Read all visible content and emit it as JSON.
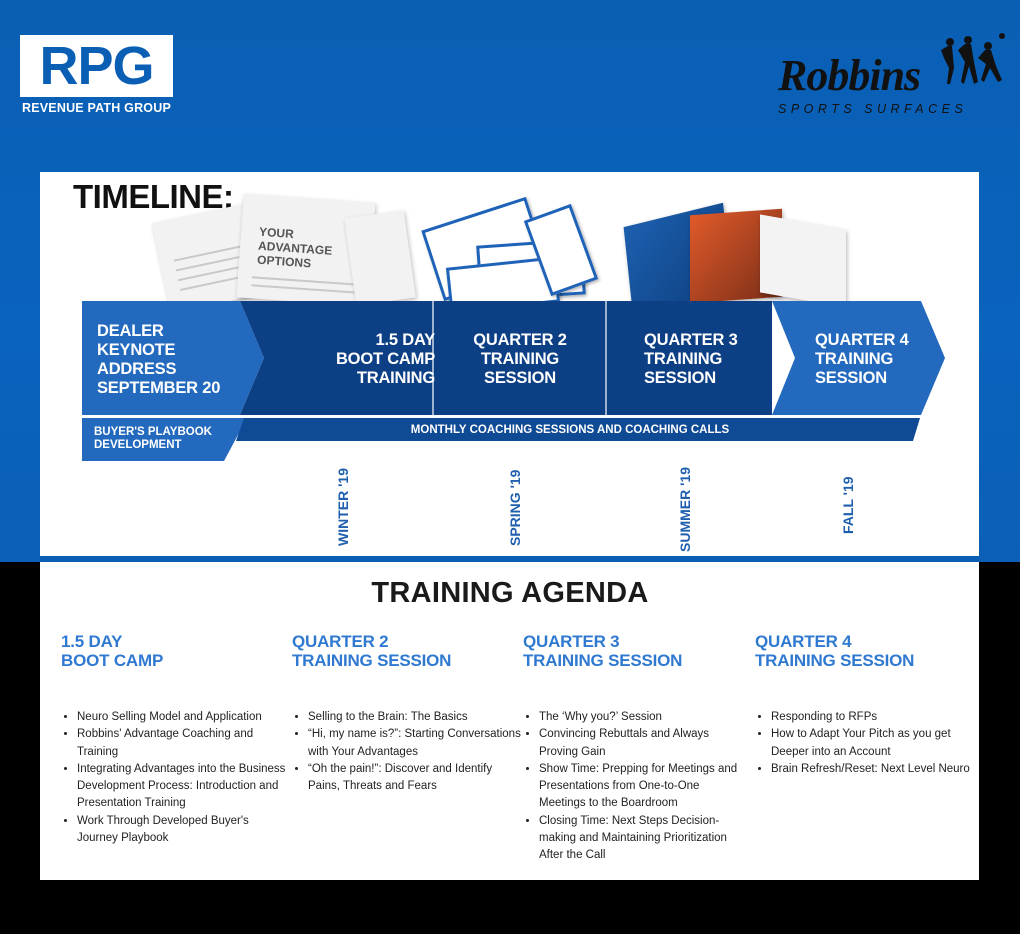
{
  "header": {
    "rpg_logo_text": "RPG",
    "rpg_logo_subtitle": "REVENUE PATH GROUP",
    "robbins_logo_name": "Robbins",
    "robbins_logo_subtitle": "SPORTS SURFACES"
  },
  "timeline": {
    "title": "TIMELINE:",
    "doc_title": "YOUR ADVANTAGE OPTIONS",
    "stages": [
      {
        "label_lines": [
          "DEALER",
          "KEYNOTE",
          "ADDRESS",
          "SEPTEMBER 20"
        ]
      },
      {
        "label_lines": [
          "1.5 DAY",
          "BOOT CAMP",
          "TRAINING"
        ]
      },
      {
        "label_lines": [
          "QUARTER 2",
          "TRAINING",
          "SESSION"
        ]
      },
      {
        "label_lines": [
          "QUARTER 3",
          "TRAINING",
          "SESSION"
        ]
      },
      {
        "label_lines": [
          "QUARTER 4",
          "TRAINING",
          "SESSION"
        ]
      }
    ],
    "sub_left_lines": [
      "BUYER'S PLAYBOOK",
      "DEVELOPMENT"
    ],
    "sub_right": "MONTHLY COACHING SESSIONS AND COACHING CALLS",
    "seasons": [
      "WINTER '19",
      "SPRING '19",
      "SUMMER '19",
      "FALL '19"
    ],
    "colors": {
      "dark": "#0d3f85",
      "light": "#2369bd",
      "sub": "#0f4a95"
    }
  },
  "agenda": {
    "title": "TRAINING AGENDA",
    "columns": [
      {
        "heading_lines": [
          "1.5 DAY",
          "BOOT CAMP"
        ],
        "items": [
          "Neuro Selling Model and Application",
          "Robbins' Advantage Coaching and Training",
          "Integrating Advantages into the Business Development Process: Introduction and Presentation Training",
          "Work Through Developed Buyer's Journey Playbook"
        ]
      },
      {
        "heading_lines": [
          "QUARTER 2",
          "TRAINING SESSION"
        ],
        "items": [
          "Selling to the Brain: The Basics",
          "“Hi, my name is?”: Starting Conversations with Your Advantages",
          "“Oh the pain!”: Discover and Identify Pains, Threats and Fears"
        ]
      },
      {
        "heading_lines": [
          "QUARTER 3",
          "TRAINING SESSION"
        ],
        "items": [
          "The ‘Why you?’ Session",
          "Convincing Rebuttals and Always Proving Gain",
          "Show Time: Prepping for Meetings and Presentations from One-to-One Meetings to the Boardroom",
          "Closing Time: Next Steps Decision-making and Maintaining Prioritization After the Call"
        ]
      },
      {
        "heading_lines": [
          "QUARTER 4",
          "TRAINING SESSION"
        ],
        "items": [
          "Responding to RFPs",
          "How to Adapt Your Pitch as you get Deeper into an Account",
          "Brain Refresh/Reset: Next Level Neuro"
        ]
      }
    ]
  }
}
